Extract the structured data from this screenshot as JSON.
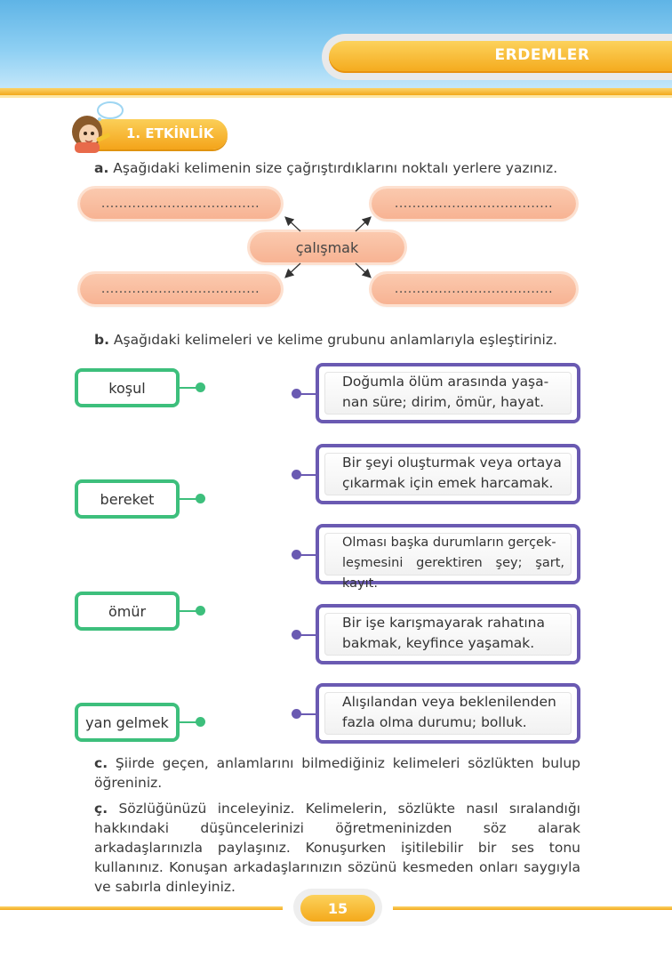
{
  "header": {
    "unit_title": "ERDEMLER"
  },
  "activity": {
    "title": "1. ETKİNLİK"
  },
  "part_a": {
    "letter": "a.",
    "instruction": "Aşağıdaki kelimenin size çağrıştırdıklarını noktalı yerlere yazınız.",
    "center_word": "çalışmak",
    "blank": "...................................."
  },
  "part_b": {
    "letter": "b.",
    "instruction": "Aşağıdaki kelimeleri ve kelime grubunu anlamlarıyla eşleştiriniz.",
    "words": [
      "koşul",
      "bereket",
      "ömür",
      "yan gelmek"
    ],
    "definitions": [
      "Doğumla ölüm arasında yaşanan süre; dirim, ömür, hayat.",
      "Bir şeyi oluşturmak veya ortaya çıkarmak için emek harcamak.",
      "Olması başka durumların gerçekleşmesini gerektiren şey; şart, kayıt.",
      "Bir işe karışmayarak rahatına bakmak, keyfince yaşamak.",
      "Alışılandan veya beklenilenden fazla olma durumu; bolluk."
    ],
    "definitions_lines": [
      [
        "Doğumla ölüm arasında yaşa-",
        "nan süre; dirim, ömür, hayat."
      ],
      [
        "Bir şeyi oluşturmak veya ortaya",
        "çıkarmak için emek harcamak."
      ],
      [
        "Olması başka durumların gerçek-",
        "leşmesini gerektiren şey; şart, kayıt."
      ],
      [
        "Bir işe karışmayarak rahatına",
        "bakmak, keyfince yaşamak."
      ],
      [
        "Alışılandan veya beklenilenden",
        "fazla olma durumu; bolluk."
      ]
    ]
  },
  "part_c": {
    "letter": "c.",
    "text": "Şiirde geçen, anlamlarını bilmediğiniz kelimeleri sözlükten bulup öğreniniz."
  },
  "part_cc": {
    "letter": "ç.",
    "text": "Sözlüğünüzü inceleyiniz. Kelimelerin, sözlükte nasıl sıralandığı hakkındaki düşüncelerinizi öğretmeninizden söz alarak arkadaşlarınızla paylaşınız. Konuşurken işitilebilir bir ses tonu kullanınız. Konuşan arkadaşlarınızın sözünü kesmeden onları saygıyla ve sabırla dinleyiniz."
  },
  "footer": {
    "page_number": "15"
  },
  "colors": {
    "accent_orange": "#f4a91b",
    "word_box_green": "#3dbf7c",
    "definition_box_purple": "#6a5ab2",
    "pill_peach": "#f7b393"
  }
}
